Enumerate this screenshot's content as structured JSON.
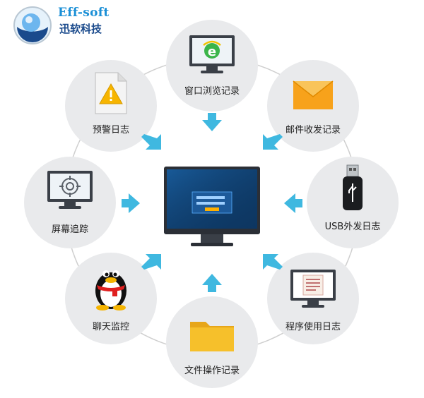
{
  "brand": {
    "name_en": "Eff-soft",
    "name_cn": "迅软科技"
  },
  "center": {
    "label": "monitor-dashboard"
  },
  "nodes": [
    {
      "id": "window-browse",
      "label": "窗口浏览记录",
      "icon": "ie-monitor-icon"
    },
    {
      "id": "mail",
      "label": "邮件收发记录",
      "icon": "envelope-icon"
    },
    {
      "id": "usb",
      "label": "USB外发日志",
      "icon": "usb-drive-icon"
    },
    {
      "id": "program",
      "label": "程序使用日志",
      "icon": "program-monitor-icon"
    },
    {
      "id": "file-op",
      "label": "文件操作记录",
      "icon": "folder-icon"
    },
    {
      "id": "chat",
      "label": "聊天监控",
      "icon": "qq-penguin-icon"
    },
    {
      "id": "screen",
      "label": "屏幕追踪",
      "icon": "screen-target-icon"
    },
    {
      "id": "alert",
      "label": "预警日志",
      "icon": "warning-document-icon"
    }
  ],
  "colors": {
    "arrow": "#3fb8e0",
    "node_bg": "#e9eaec",
    "ring": "#c8c8c8",
    "brand_blue": "#1a8fd6"
  }
}
